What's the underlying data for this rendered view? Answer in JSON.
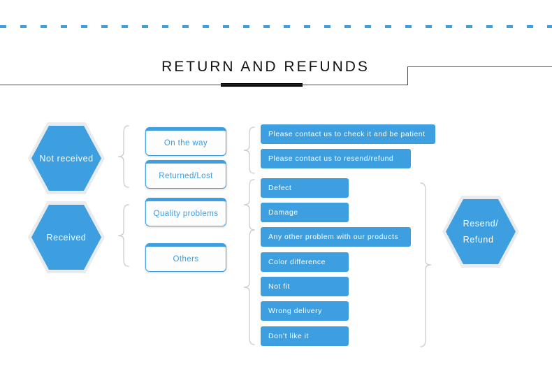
{
  "header": {
    "title": "RETURN  AND  REFUNDS",
    "accent_color": "#3d9ee0",
    "rule_color": "#4a4a4a",
    "underline_color": "#000000"
  },
  "flow": {
    "stage1": [
      {
        "label": "Not received"
      },
      {
        "label": "Received"
      }
    ],
    "stage2": [
      {
        "label": "On  the  way"
      },
      {
        "label": "Returned/Lost"
      },
      {
        "label": "Quality  problems"
      },
      {
        "label": "Others"
      }
    ],
    "stage3": [
      {
        "label": "Please  contact  us  to  check  it  and  be  patient"
      },
      {
        "label": "Please  contact  us  to  resend/refund"
      },
      {
        "label": "Defect"
      },
      {
        "label": "Damage"
      },
      {
        "label": "Any  other  problem  with  our  products"
      },
      {
        "label": "Color  difference"
      },
      {
        "label": "Not  fit"
      },
      {
        "label": "Wrong  delivery"
      },
      {
        "label": "Don’t  like  it"
      }
    ],
    "outcome": {
      "line1": "Resend/",
      "line2": "Refund"
    }
  }
}
